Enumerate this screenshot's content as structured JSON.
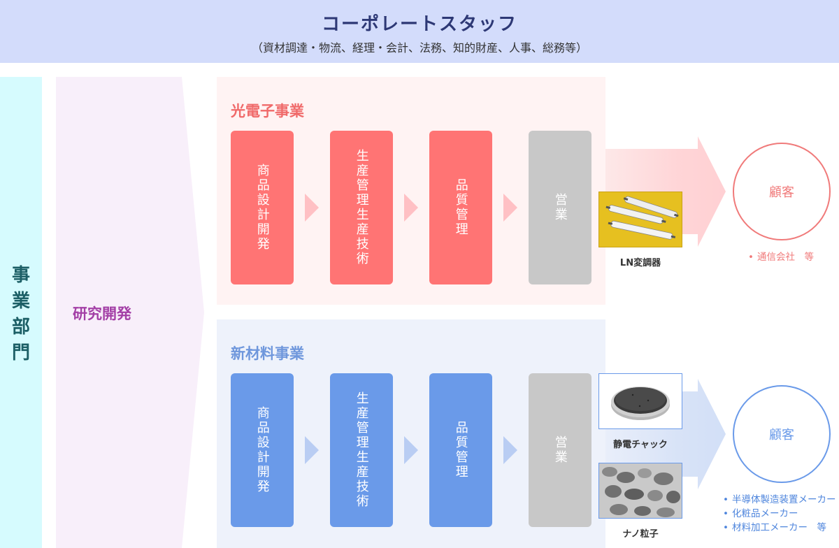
{
  "corporate": {
    "title": "コーポレートスタッフ",
    "subtitle": "（資材調達・物流、経理・会計、法務、知的財産、人事、総務等）"
  },
  "business_division": [
    "事",
    "業",
    "部",
    "門"
  ],
  "rnd": {
    "label": "研究開発"
  },
  "optoelectronics": {
    "title": "光電子事業",
    "steps": [
      {
        "columns": [
          "商品設計開発"
        ]
      },
      {
        "columns": [
          "生産技術",
          "生産管理"
        ]
      },
      {
        "columns": [
          "品質管理"
        ]
      },
      {
        "columns": [
          "営業"
        ]
      }
    ],
    "product": {
      "caption": "LN変調器"
    },
    "customer": {
      "label": "顧客",
      "list": [
        "通信会社　等"
      ]
    }
  },
  "new_materials": {
    "title": "新材料事業",
    "steps": [
      {
        "columns": [
          "商品設計開発"
        ]
      },
      {
        "columns": [
          "生産技術",
          "生産管理"
        ]
      },
      {
        "columns": [
          "品質管理"
        ]
      },
      {
        "columns": [
          "営業"
        ]
      }
    ],
    "products": [
      {
        "caption": "静電チャック"
      },
      {
        "caption": "ナノ粒子"
      }
    ],
    "customer": {
      "label": "顧客",
      "list": [
        "半導体製造装置メーカー",
        "化粧品メーカー",
        "材料加工メーカー　等"
      ]
    }
  },
  "colors": {
    "corporate_bg": "#d3dcfb",
    "business_bg": "#d6fbfe",
    "rnd_bg": "#f8effa",
    "opto_accent": "#ff7474",
    "materials_accent": "#6a9ae9",
    "sales_gray": "#c8c8c8"
  }
}
